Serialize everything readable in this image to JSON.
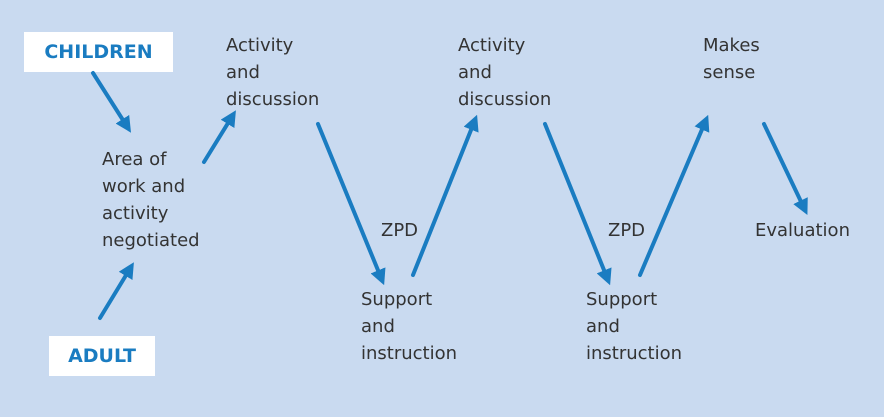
{
  "diagram": {
    "children_label": "CHILDREN",
    "adult_label": "ADULT",
    "nodes": {
      "negotiated": "Area of\nwork and\nactivity\nnegotiated",
      "activity1": "Activity\nand\ndiscussion",
      "support1": "Support\nand\ninstruction",
      "activity2": "Activity\nand\ndiscussion",
      "support2": "Support\nand\ninstruction",
      "makes_sense": "Makes\nsense",
      "evaluation": "Evaluation"
    },
    "zpd_labels": [
      "ZPD",
      "ZPD"
    ],
    "colors": {
      "background": "#c9daf0",
      "arrow": "#1a7cc1",
      "box_text": "#1a7cc1",
      "body_text": "#333333"
    }
  }
}
